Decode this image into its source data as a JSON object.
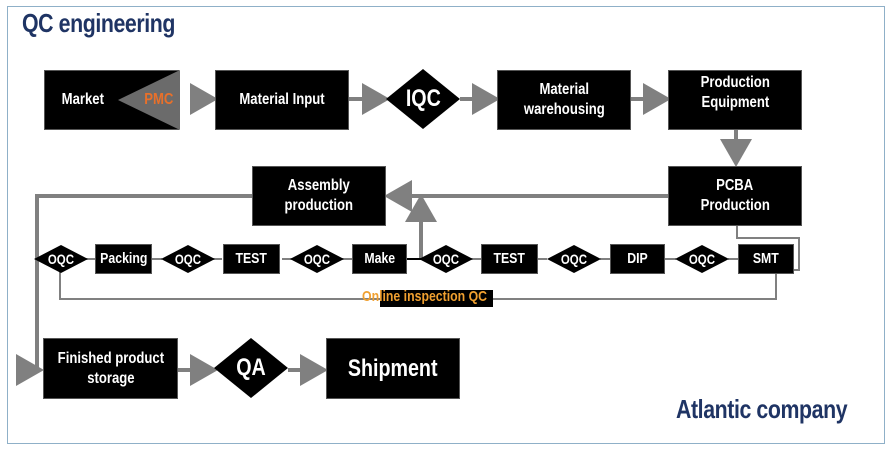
{
  "header": {
    "title": "QC engineering"
  },
  "footer": {
    "company": "Atlantic company"
  },
  "colors": {
    "title": "#1f3464",
    "pmc": "#e8702a",
    "online_label": "#f0a030",
    "box": "#000000",
    "connector": "#808080",
    "frame": "#8fb0c8"
  },
  "row1": {
    "market": "Market",
    "pmc": "PMC",
    "material_input": "Material Input",
    "iqc": "IQC",
    "material_warehousing": [
      "Material",
      "warehousing"
    ],
    "production_equipment": [
      "Production",
      "Equipment"
    ]
  },
  "row2": {
    "assembly_production": [
      "Assembly",
      "production"
    ],
    "pcba_production": [
      "PCBA",
      "Production"
    ]
  },
  "row3": {
    "oqc": "OQC",
    "packing": "Packing",
    "test": "TEST",
    "make": "Make",
    "dip": "DIP",
    "smt": "SMT",
    "online_inspection": "Online inspection QC"
  },
  "row4": {
    "finished_product_storage": [
      "Finished product",
      "storage"
    ],
    "qa": "QA",
    "shipment": "Shipment"
  }
}
